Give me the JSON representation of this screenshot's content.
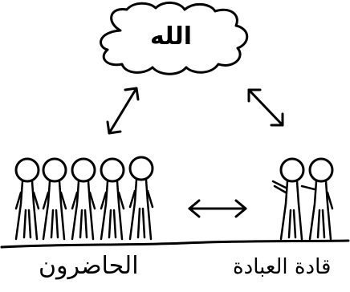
{
  "diagram": {
    "cloud_label": "الله",
    "left_group_label": "الحاضرون",
    "right_group_label": "قادة العبادة",
    "left_group_count": 5,
    "right_group_count": 2
  }
}
